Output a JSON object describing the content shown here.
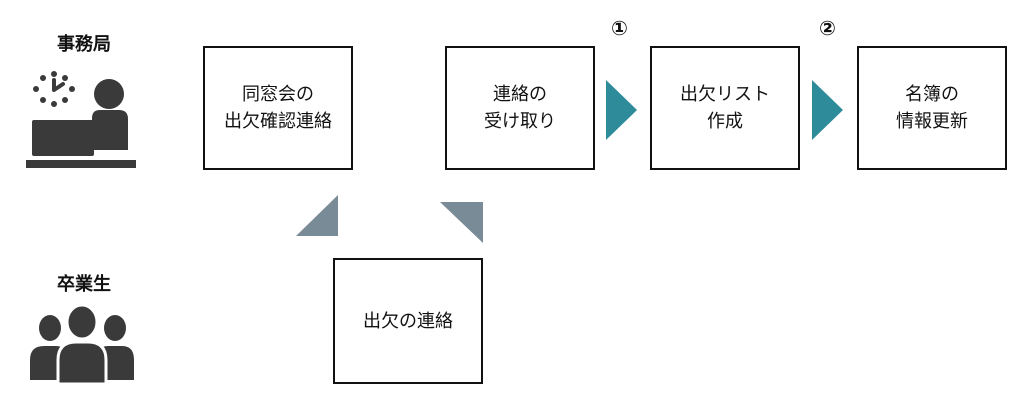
{
  "roles": {
    "office": "事務局",
    "graduates": "卒業生"
  },
  "boxes": {
    "attendance_check": "同窓会の\n出欠確認連絡",
    "receive_contact": "連絡の\n受け取り",
    "attendance_list": "出欠リスト\n作成",
    "update_roster": "名簿の\n情報更新",
    "attendance_contact": "出欠の連絡"
  },
  "steps": {
    "step1": "①",
    "step2": "②"
  },
  "colors": {
    "teal_arrow": "#2e8b9a",
    "gray_arrow": "#7a8b98",
    "icon": "#3a3a3a"
  },
  "icons": {
    "office": "person-at-laptop-with-clock-icon",
    "graduates": "group-of-people-icon"
  }
}
